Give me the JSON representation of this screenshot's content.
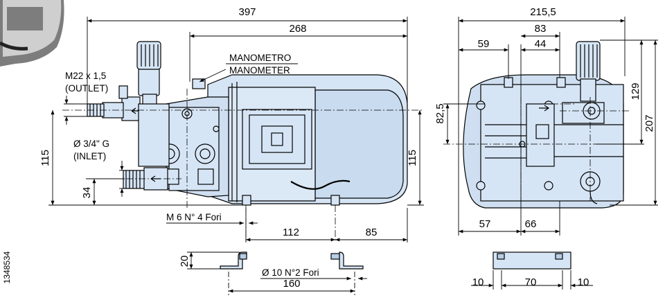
{
  "colors": {
    "body_fill": "#d6e5f5",
    "body_fill_dark": "#b8cde6",
    "line": "#000000",
    "background": "#ffffff"
  },
  "side_code": "1348534",
  "labels": {
    "manometro": "MANOMETRO",
    "manometer": "MANOMETER",
    "outlet_thread": "M22 x 1,5",
    "outlet": "(OUTLET)",
    "inlet_thread": "Ø 3/4\" G",
    "inlet": "(INLET)",
    "holes_m6": "M 6 N° 4 Fori",
    "holes_d10": "Ø 10 N°2 Fori"
  },
  "dimensions": {
    "total_length": "397",
    "motor_length": "268",
    "height_left": "115",
    "height_right": "115",
    "inlet_height": "34",
    "foot_spacing": "112",
    "foot_offset": "85",
    "foot_height": "20",
    "foot_base": "160",
    "total_width": "215,5",
    "width_83": "83",
    "width_59": "59",
    "width_44": "44",
    "height_82_5": "82,5",
    "height_129": "129",
    "height_207": "207",
    "width_57": "57",
    "width_66": "66",
    "plate_left": "10",
    "plate_mid": "70",
    "plate_right": "10"
  }
}
